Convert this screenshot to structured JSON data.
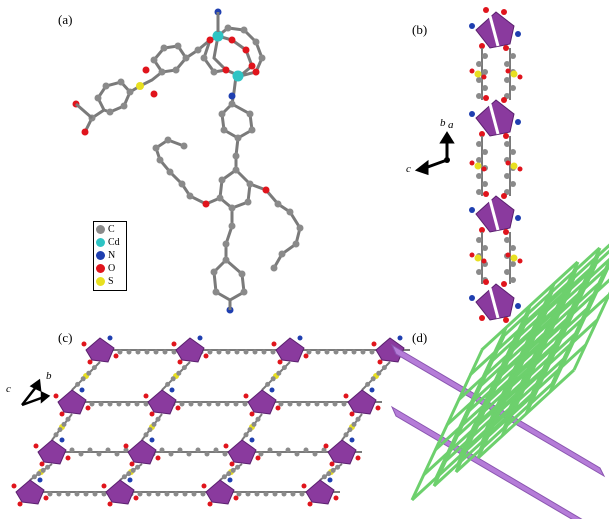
{
  "panels": [
    {
      "label": "(a)"
    },
    {
      "label": "(b)"
    },
    {
      "label": "(c)"
    },
    {
      "label": "(d)"
    }
  ],
  "legend": [
    {
      "symbol": "C",
      "color": "#8a8a8a"
    },
    {
      "symbol": "Cd",
      "color": "#2ec4c4"
    },
    {
      "symbol": "N",
      "color": "#1f3fb0"
    },
    {
      "symbol": "O",
      "color": "#e0141c"
    },
    {
      "symbol": "S",
      "color": "#e8e020"
    }
  ],
  "axes_b": {
    "a1": "b",
    "a2": "a",
    "a3": "c"
  },
  "axes_c": {
    "a1": "b",
    "a2": "c"
  },
  "colors": {
    "polyhedron": "#8a3a9e",
    "net_green": "#6dd06d",
    "net_purple": "#b57cd8",
    "bond": "#7a7a7a"
  }
}
